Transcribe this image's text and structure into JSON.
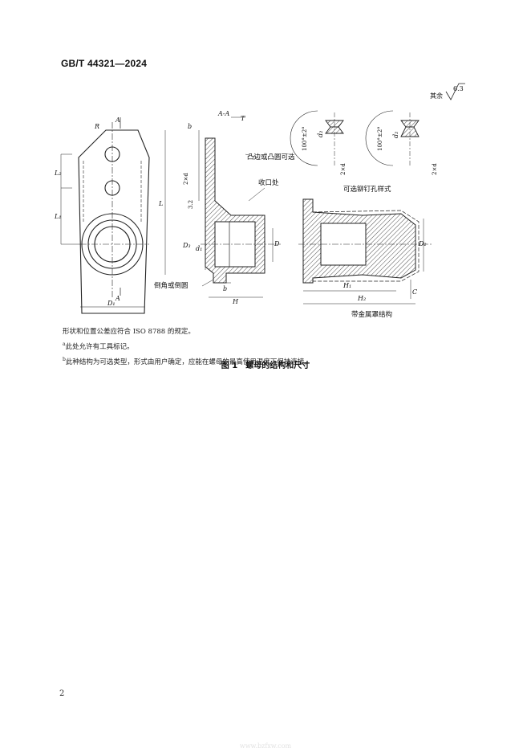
{
  "header": {
    "standard_code": "GB/T 44321—2024"
  },
  "drawing": {
    "roughness": {
      "prefix": "其余",
      "value": "6.3"
    },
    "section_title": "A-A",
    "labels": {
      "R": "R",
      "A": "A",
      "b": "b",
      "T": "T",
      "L": "L",
      "L1": "L₁",
      "L2": "L₂",
      "D1": "D₁",
      "D2": "D₂",
      "D3": "D₃",
      "D": "D",
      "d1": "d₁",
      "d2": "d₂",
      "H": "H",
      "H1": "H₁",
      "H2": "H₂",
      "C": "C",
      "hole_dim": "2×d",
      "dim_32": "3.2",
      "angle": "100°±2°"
    },
    "callouts": {
      "boss_optional": "凸边或凸圆可选",
      "crimp": "收口处",
      "chamfer": "倒角或倒圆",
      "rivet_hole_style": "可选铆钉孔样式",
      "metal_cap": "带金属罩结构"
    }
  },
  "notes": [
    {
      "mark": "",
      "text": "形状和位置公差应符合 ISO 8788 的规定。"
    },
    {
      "mark": "a",
      "text": "此处允许有工具标记。"
    },
    {
      "mark": "b",
      "text": "此种结构为可选类型，形式由用户确定，应能在螺母的最高使用温度下保持连接。"
    }
  ],
  "figure_caption": "图 1　螺母的结构和尺寸",
  "page_number": "2",
  "watermark": "www.bzfxw.com"
}
